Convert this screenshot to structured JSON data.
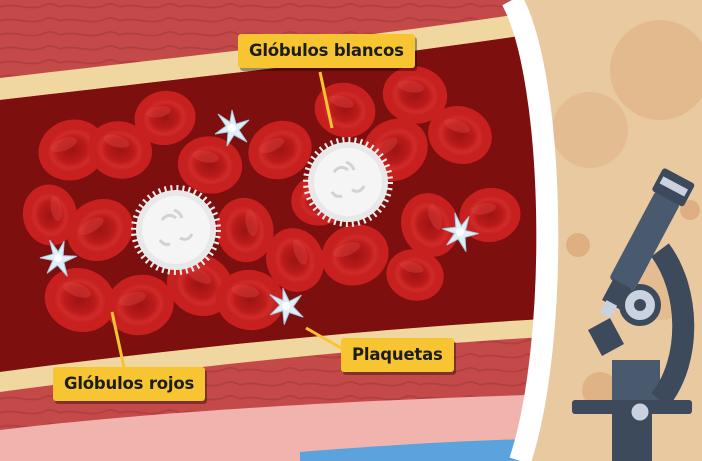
{
  "labels": {
    "white_cells": "Glóbulos blancos",
    "red_cells": "Glóbulos rojos",
    "platelets": "Plaquetas"
  },
  "colors": {
    "label_bg": "#f7c531",
    "vessel_inner": "#7d0f0f",
    "red_cell": "#c8201f",
    "red_cell_center": "#a81615",
    "muscle": "#c44a4a",
    "vessel_wall": "#f0d7a0",
    "lens_background": "#e9c9a0",
    "microscope": "#3c4a5c"
  },
  "icons": [
    "red-blood-cell-icon",
    "white-blood-cell-icon",
    "platelet-icon",
    "microscope-icon"
  ]
}
